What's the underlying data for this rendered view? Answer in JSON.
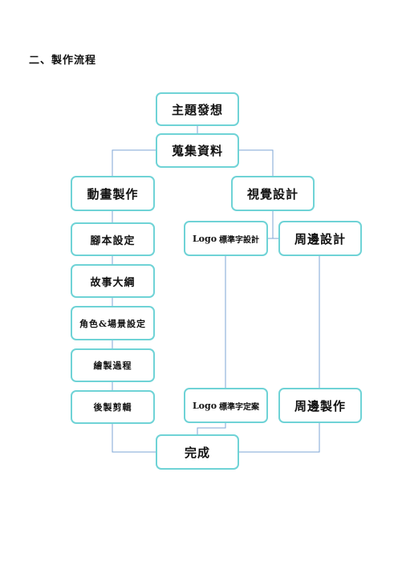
{
  "heading": "二、製作流程",
  "nodes": {
    "theme": "主題發想",
    "collect": "蒐集資料",
    "animation": "動畫製作",
    "visual": "視覺設計",
    "script": "腳本設定",
    "story": "故事大綱",
    "character": "角色&場景設定",
    "drawing": "繪製過程",
    "post": "後製剪輯",
    "logo_design": {
      "en": "Logo",
      "zh": "標準字設計"
    },
    "merch_design": "周邊設計",
    "logo_final": {
      "en": "Logo",
      "zh": "標準字定案"
    },
    "merch_make": "周邊製作",
    "done": "完成"
  },
  "colors": {
    "node_border": "#6fd3d6",
    "connector": "#7ea6d6"
  }
}
